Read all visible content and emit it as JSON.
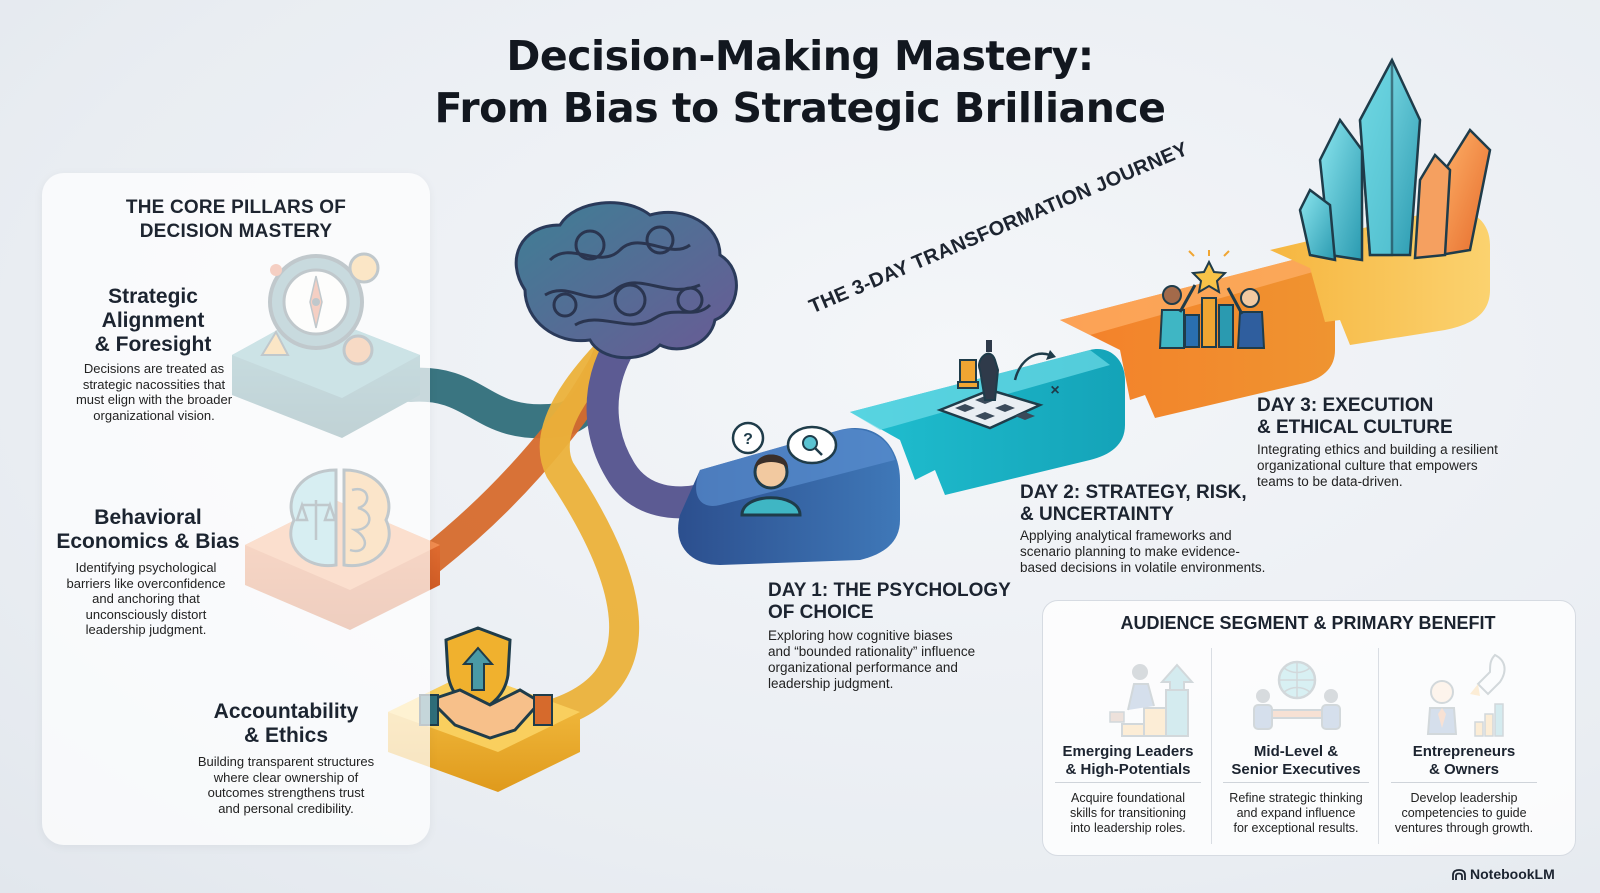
{
  "title": {
    "line1": "Decision-Making Mastery:",
    "line2": "From Bias to Strategic Brilliance"
  },
  "pillars": {
    "heading_line1": "THE CORE PILLARS OF",
    "heading_line2": "DECISION MASTERY",
    "items": [
      {
        "title": [
          "Strategic",
          "Alignment",
          "& Foresight"
        ],
        "description": [
          "Decisions are treated as",
          "strategic nacossities that",
          "must elign with the broader",
          "organizational vision."
        ],
        "icon": "compass-gears-icon",
        "color": "#2b6f7c"
      },
      {
        "title": [
          "Behavioral",
          "Economics & Bias"
        ],
        "description": [
          "Identifying psychological",
          "barriers like overconfidence",
          "and anchoring that",
          "unconsciously distort",
          "leadership judgment."
        ],
        "icon": "brain-scales-icon",
        "color": "#d8612a"
      },
      {
        "title": [
          "Accountability",
          "& Ethics"
        ],
        "description": [
          "Building transparent structures",
          "where clear ownership of",
          "outcomes strengthens trust",
          "and personal credibility."
        ],
        "icon": "handshake-shield-icon",
        "color": "#f0b12e"
      }
    ]
  },
  "journey": {
    "label": "THE 3-DAY TRANSFORMATION JOURNEY",
    "days": [
      {
        "title": [
          "DAY 1: THE PSYCHOLOGY",
          "OF CHOICE"
        ],
        "description": [
          "Exploring how cognitive biases",
          "and “bounded rationality” influence",
          "organizational performance and",
          "leadership judgment."
        ],
        "icon": "thinking-person-icon",
        "color": "#2f5e9e"
      },
      {
        "title": [
          "DAY 2: STRATEGY, RISK,",
          "& UNCERTAINTY"
        ],
        "description": [
          "Applying analytical frameworks and",
          "scenario planning to make evidence-",
          "based decisions in volatile environments."
        ],
        "icon": "chess-board-icon",
        "color": "#19b4c6"
      },
      {
        "title": [
          "DAY 3: EXECUTION",
          "& ETHICAL CULTURE"
        ],
        "description": [
          "Integrating ethics and building a resilient",
          "organizational culture that empowers",
          "teams to be data-driven."
        ],
        "icon": "team-celebration-icon",
        "color": "#f07a25"
      }
    ]
  },
  "audience": {
    "heading": "AUDIENCE SEGMENT & PRIMARY BENEFIT",
    "segments": [
      {
        "name": [
          "Emerging Leaders",
          "& High-Potentials"
        ],
        "benefit": [
          "Acquire foundational",
          "skills for transitioning",
          "into leadership roles."
        ],
        "icon": "climbing-stairs-icon"
      },
      {
        "name": [
          "Mid-Level &",
          "Senior Executives"
        ],
        "benefit": [
          "Refine strategic thinking",
          "and expand influence",
          "for exceptional results."
        ],
        "icon": "global-meeting-icon"
      },
      {
        "name": [
          "Entrepreneurs",
          "& Owners"
        ],
        "benefit": [
          "Develop leadership",
          "competencies to guide",
          "ventures through growth."
        ],
        "icon": "rocket-growth-icon"
      }
    ]
  },
  "brand": "NotebookLM"
}
